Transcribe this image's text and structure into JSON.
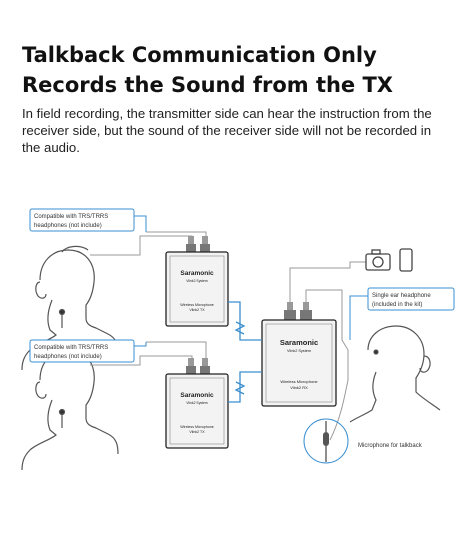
{
  "heading": "Talkback Communication Only Records the Sound from the TX",
  "description": "In field recording, the transmitter side can hear the instruction from the receiver side, but the sound of the receiver side will not be recorded in the audio.",
  "labels": {
    "tx_headphones_1_line1": "Compatible with TRS/TRRS",
    "tx_headphones_1_line2": "headphones (not include)",
    "tx_headphones_2_line1": "Compatible with TRS/TRRS",
    "tx_headphones_2_line2": "headphones (not include)",
    "rx_headphone_line1": "Single ear headphone",
    "rx_headphone_line2": "(included in the kit)",
    "mic_talkback": "Microphone for talkback"
  },
  "devices": {
    "tx1": {
      "brand": "Saramonic",
      "system": "Vlink2 System",
      "model_line1": "Wireless Microphone",
      "model_line2": "Vlink2 TX"
    },
    "tx2": {
      "brand": "Saramonic",
      "system": "Vlink2 System",
      "model_line1": "Wireless Microphone",
      "model_line2": "Vlink2 TX"
    },
    "rx": {
      "brand": "Saramonic",
      "system": "Vlink2 System",
      "model_line1": "Wireless Microphone",
      "model_line2": "Vlink2 RX"
    }
  },
  "colors": {
    "accent": "#3a8fd0",
    "line": "#9a9a9a",
    "device_stroke": "#222222"
  }
}
